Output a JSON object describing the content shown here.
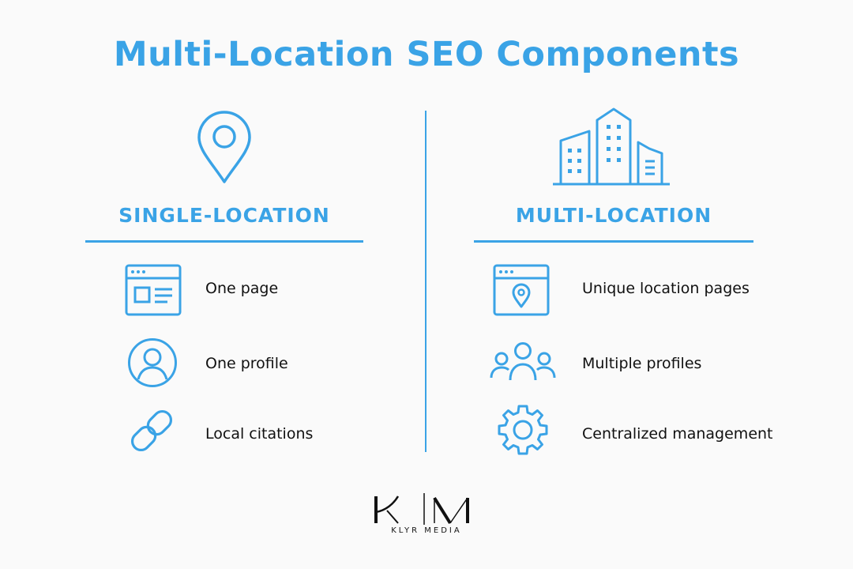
{
  "title": "Multi-Location SEO Components",
  "accent_color": "#3aa3e6",
  "columns": [
    {
      "heading": "SINGLE-LOCATION",
      "header_icon": "map-pin-icon",
      "items": [
        {
          "icon": "browser-window-page-icon",
          "label": "One page"
        },
        {
          "icon": "user-profile-icon",
          "label": "One profile"
        },
        {
          "icon": "link-chain-icon",
          "label": "Local citations"
        }
      ]
    },
    {
      "heading": "MULTI-LOCATION",
      "header_icon": "buildings-icon",
      "items": [
        {
          "icon": "browser-location-pin-icon",
          "label": "Unique location pages"
        },
        {
          "icon": "users-group-icon",
          "label": "Multiple profiles"
        },
        {
          "icon": "gear-icon",
          "label": "Centralized management"
        }
      ]
    }
  ],
  "logo": {
    "monogram": "KM",
    "brand": "KLYR MEDIA"
  }
}
